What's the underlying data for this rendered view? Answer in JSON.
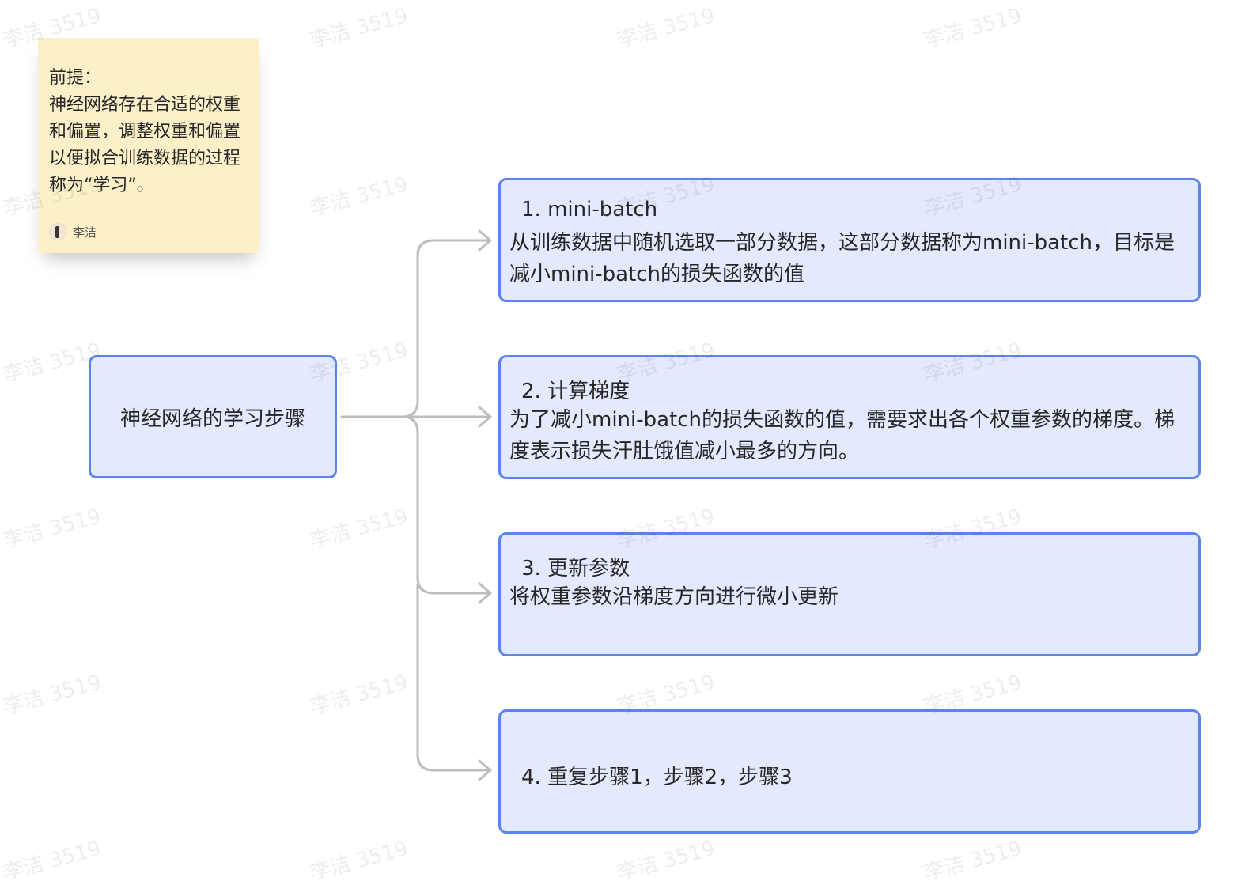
{
  "note": {
    "title": "前提：",
    "body": "神经网络存在合适的权重和偏置，调整权重和偏置以便拟合训练数据的过程称为“学习”。",
    "author": "李洁"
  },
  "root": {
    "label": "神经网络的学习步骤"
  },
  "steps": [
    {
      "title": "1. mini-batch",
      "description": "从训练数据中随机选取一部分数据，这部分数据称为mini-batch，目标是减小mini-batch的损失函数的值"
    },
    {
      "title": "2. 计算梯度",
      "description": "为了减小mini-batch的损失函数的值，需要求出各个权重参数的梯度。梯度表示损失汗肚饿值减小最多的方向。"
    },
    {
      "title": "3. 更新参数",
      "description": "将权重参数沿梯度方向进行微小更新"
    },
    {
      "title": "4. 重复步骤1，步骤2，步骤3",
      "description": ""
    }
  ],
  "watermark": "李洁 3519",
  "colors": {
    "node_fill": "#e3e9ff",
    "node_border": "#5b85ec",
    "note_fill": "#fdf0c8",
    "connector": "#bdbdbd"
  }
}
